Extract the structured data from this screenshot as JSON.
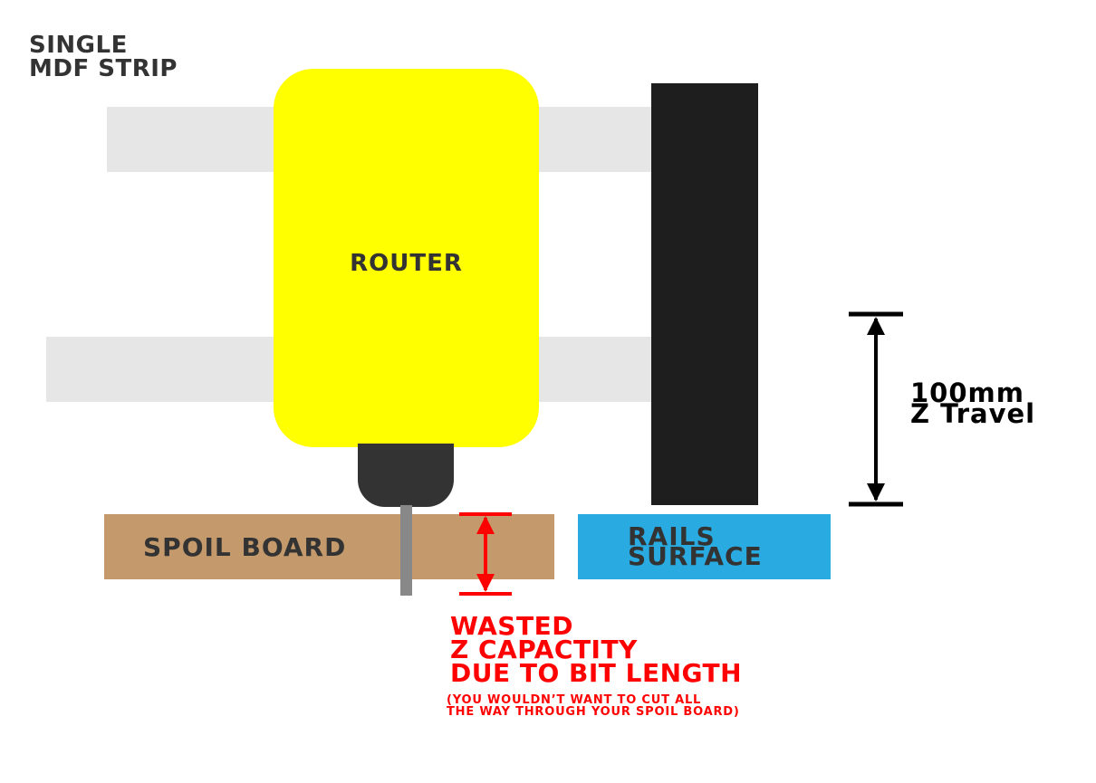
{
  "title": [
    "SINGLE",
    "MDF STRIP"
  ],
  "router": {
    "label": "ROUTER",
    "color": "#ffff00"
  },
  "spoil_board": {
    "label": "SPOIL BOARD",
    "color": "#c49a6c"
  },
  "rails_surface": {
    "label": [
      "RAILS",
      "SURFACE"
    ],
    "color": "#29abe2"
  },
  "z_travel": {
    "label": [
      "100mm",
      "Z Travel"
    ]
  },
  "wasted": {
    "label": [
      "WASTED",
      "Z CAPACTITY",
      "DUE TO BIT LENGTH"
    ],
    "note": [
      "(YOU WOULDN’T WANT TO CUT ALL",
      "THE WAY THROUGH YOUR SPOIL BOARD)"
    ],
    "color": "#ff0000"
  }
}
